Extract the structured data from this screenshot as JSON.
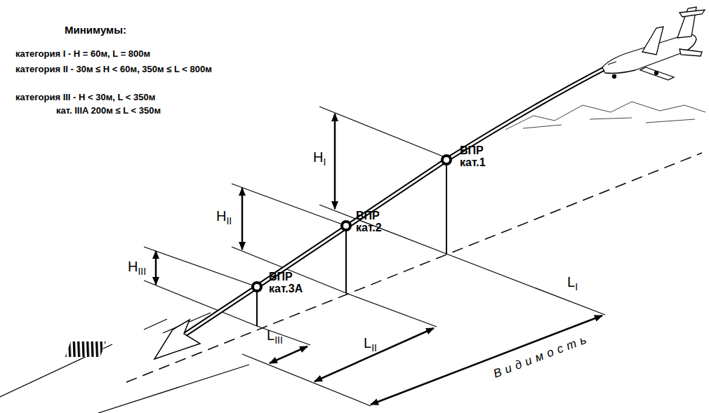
{
  "diagram": {
    "title": "Минимумы:",
    "labels": [
      "категория I - H = 60м, L = 800м",
      "категория II - 30м ≤ H < 60м, 350м ≤ L < 800м",
      "категория III - H < 30м, L < 350м",
      "кат. IIIA 200м ≤ L < 350м",
      "ВПР кат.1",
      "ВПР кат.2",
      "ВПР кат.3А",
      "HI",
      "HII",
      "HIII",
      "LI",
      "LII",
      "LIII",
      "Видимость"
    ]
  }
}
